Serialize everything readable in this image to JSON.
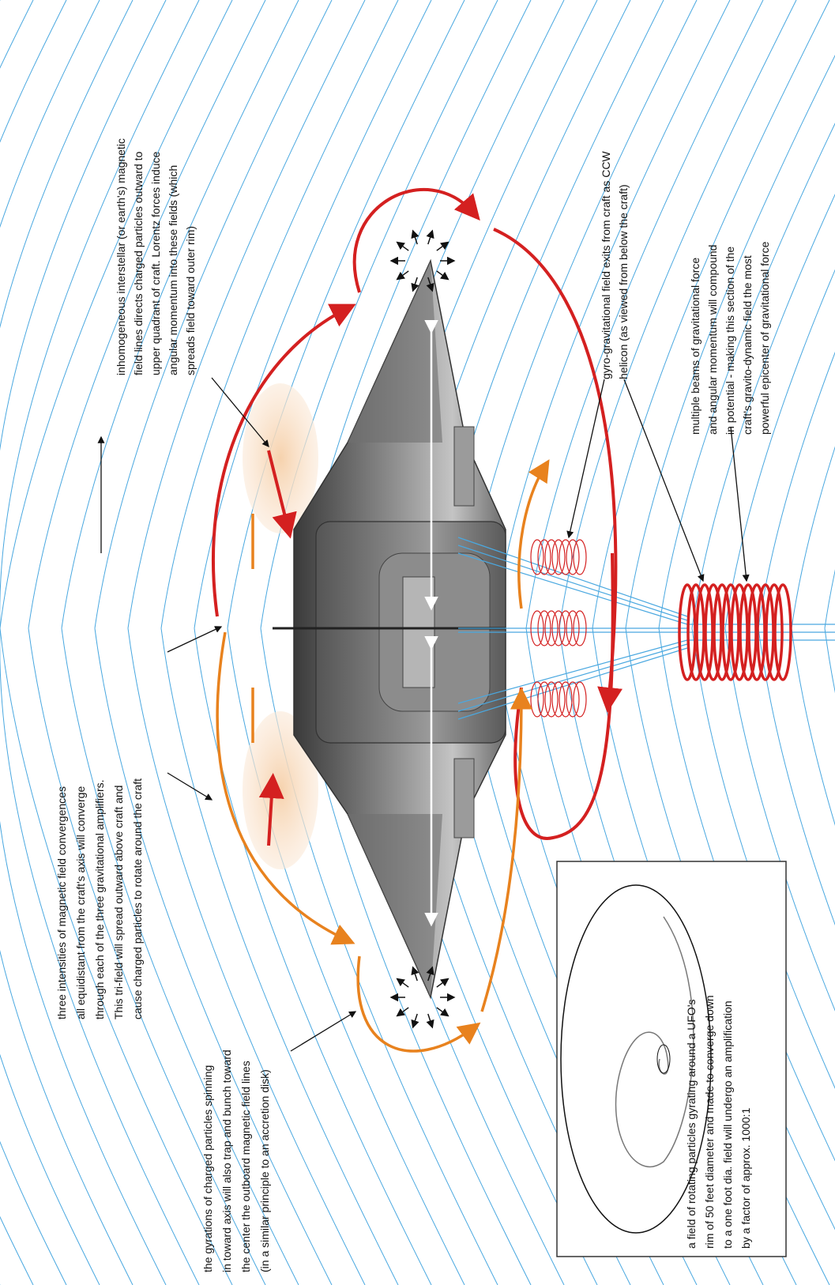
{
  "labels": {
    "inhomogeneous": [
      "inhomogeneous interstellar (or earth's) magnetic",
      "field lines directs charged particles outward to",
      "upper quadrant of craft. Lorentz forces induce",
      "angular momentum into these fields (which",
      "spreads field toward outer rim)"
    ],
    "helicon": [
      "gyro-gravitational field exits from craft as CCW",
      "helicon (as viewed from below the craft)"
    ],
    "beams": [
      "multiple beams of gravitational force",
      "and angular momentum will compound",
      "in potential - making this section of the",
      "craft's gravito-dynamic field the most",
      "powerful epicenter of gravitational force"
    ],
    "convergences": [
      "three intensities of magnetic field convergences",
      "all equidistant from the craft's axis will converge",
      "through each of the three gravitational amplifiers.",
      "This tri-field will spread outward above craft and",
      "cause charged particles to rotate around the craft"
    ],
    "gyrations": [
      "the gyrations of charged particles spinning",
      "in toward axis will also trap and bunch toward",
      "the center the outboard magnetic field lines",
      "(in a similar principle to an accretion disk)"
    ],
    "inset": [
      "a field of rotating particles gyrating around a UFO's",
      "rim of 50 feet diameter and made to converge down",
      "to a one foot dia. field will undergo an amplification",
      "by a factor of approx. 1000:1"
    ]
  },
  "colors": {
    "field_line": "#4aa8e0",
    "red_arrow": "#d42020",
    "orange_arrow": "#e8821e",
    "craft_dark": "#4a4a4a",
    "craft_light": "#b8b8b8",
    "glow": "#f3c9a0"
  }
}
